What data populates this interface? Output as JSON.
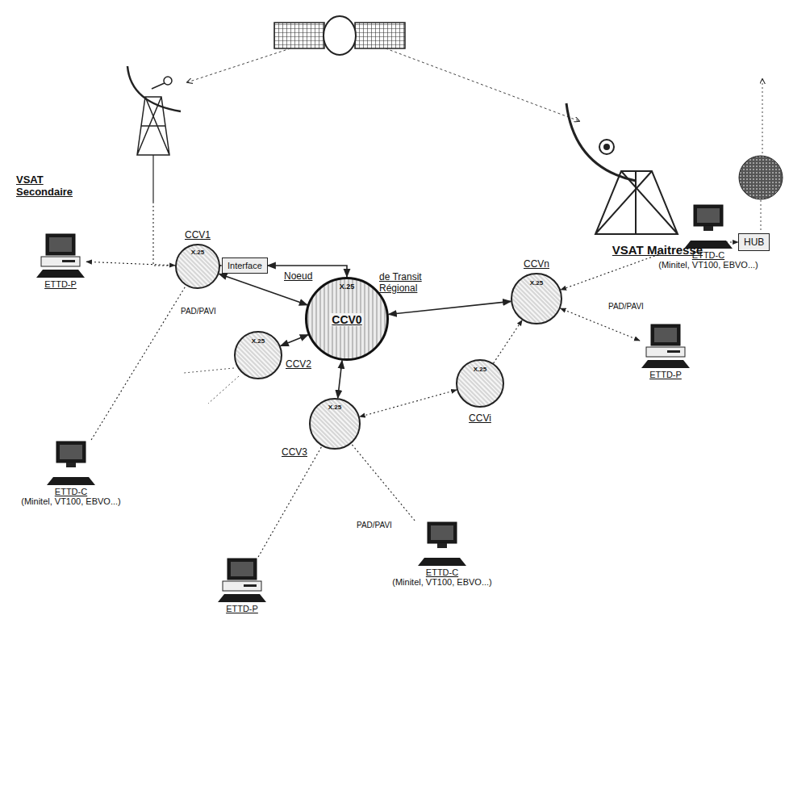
{
  "diagram": {
    "nodes": [
      {
        "text": [
          "VSAT Secondaire"
        ]
      },
      {
        "text": [
          "VSAT Maitresse"
        ]
      },
      {
        "text": [
          "HUB"
        ]
      },
      {
        "text": [
          "Interface"
        ]
      },
      {
        "text": [
          "CCV0"
        ]
      },
      {
        "text": [
          "CCV1"
        ]
      },
      {
        "text": [
          "CCV2"
        ]
      },
      {
        "text": [
          "CCV3"
        ]
      },
      {
        "text": [
          "CCVi"
        ]
      },
      {
        "text": [
          "CCVn"
        ]
      },
      {
        "text": [
          "ETTD-P"
        ]
      },
      {
        "text": [
          "ETTD-C",
          "(Minitel, VT100, EBVO...)"
        ]
      },
      {
        "text": [
          "ETTD-P"
        ]
      },
      {
        "text": [
          "ETTD-C",
          "(Minitel, VT100, EBVO...)"
        ]
      },
      {
        "text": [
          "ETTD-C",
          "(Minitel, VT100, EBVO...)"
        ]
      },
      {
        "text": [
          "ETTD-P"
        ]
      }
    ],
    "edges": [
      {
        "from": 0,
        "to": 3,
        "arrow": "to"
      },
      {
        "from": 4,
        "to": 3,
        "arrow": "both"
      },
      {
        "from": 5,
        "to": 4,
        "arrow": "both"
      },
      {
        "from": 4,
        "to": 9,
        "arrow": "both"
      },
      {
        "from": 6,
        "to": 4,
        "arrow": "both"
      },
      {
        "from": 4,
        "to": 7,
        "arrow": "both"
      },
      {
        "from": 8,
        "to": 7,
        "arrow": "both"
      },
      {
        "from": 8,
        "to": 9,
        "arrow": "to"
      },
      {
        "from": 10,
        "to": 5,
        "arrow": "both"
      },
      {
        "from": 11,
        "to": 5,
        "arrow": "none"
      },
      {
        "from": 12,
        "to": 7,
        "arrow": "none"
      },
      {
        "from": 13,
        "to": 7,
        "arrow": "none"
      },
      {
        "from": 14,
        "to": 9,
        "arrow": "to"
      },
      {
        "from": 15,
        "to": 9,
        "arrow": "both"
      },
      {
        "from": 1,
        "to": 2,
        "arrow": "to"
      }
    ],
    "labels": [
      "Noeud",
      "de Transit Régional",
      "X.25",
      "X.25",
      "X.25",
      "X.25",
      "X.25",
      "X.25",
      "PAD/PAVI",
      "PAD/PAVI",
      "PAD/PAVI"
    ]
  }
}
